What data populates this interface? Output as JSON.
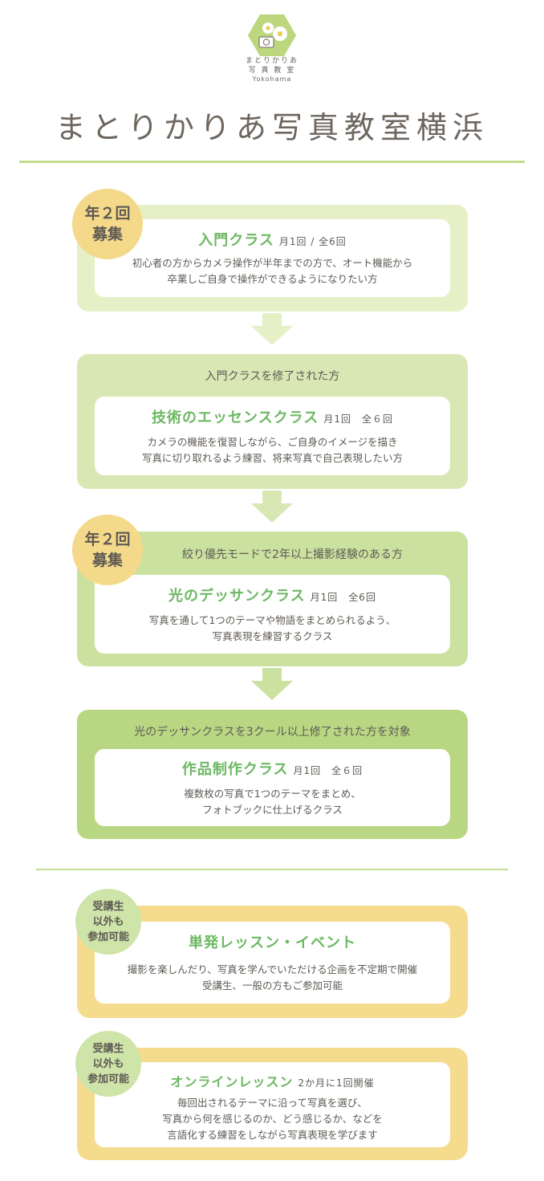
{
  "header": {
    "logo_line1": "まとりかりあ",
    "logo_line2": "写 真 教 室",
    "logo_line3": "Yokohama",
    "title": "まとりかりあ写真教室横浜"
  },
  "colors": {
    "step1": "#e6f0c7",
    "step2": "#d8e7b4",
    "step3": "#cbe1a0",
    "step4": "#b9d783",
    "green_text": "#6db863",
    "yellow": "#f5d98a",
    "light_green_badge": "#cfe4a9",
    "divider": "#c4dc8d"
  },
  "steps": [
    {
      "badge": [
        "年２回",
        "募集"
      ],
      "prereq": "",
      "name": "入門クラス",
      "schedule": "月1回 / 全6回",
      "desc": [
        "初心者の方からカメラ操作が半年までの方で、オート機能から",
        "卒業しご自身で操作ができるようになりたい方"
      ]
    },
    {
      "badge": [],
      "prereq": "入門クラスを修了された方",
      "name": "技術のエッセンスクラス",
      "schedule": "月1回　全６回",
      "desc": [
        "カメラの機能を復習しながら、ご自身のイメージを描き",
        "写真に切り取れるよう練習、将来写真で自己表現したい方"
      ]
    },
    {
      "badge": [
        "年２回",
        "募集"
      ],
      "prereq": "絞り優先モードで2年以上撮影経験のある方",
      "name": "光のデッサンクラス",
      "schedule": "月1回　全6回",
      "desc": [
        "写真を通して1つのテーマや物語をまとめられるよう、",
        "写真表現を練習するクラス"
      ]
    },
    {
      "badge": [],
      "prereq": "光のデッサンクラスを3クール以上修了された方を対象",
      "name": "作品制作クラス",
      "schedule": "月1回　全６回",
      "desc": [
        "複数枚の写真で1つのテーマをまとめ、",
        "フォトブックに仕上げるクラス"
      ]
    }
  ],
  "lessons": [
    {
      "badge": [
        "受講生",
        "以外も",
        "参加可能"
      ],
      "name": "単発レッスン・イベント",
      "schedule": "",
      "desc": [
        "撮影を楽しんだり、写真を学んでいただける企画を不定期で開催",
        "受講生、一般の方もご参加可能"
      ]
    },
    {
      "badge": [
        "受講生",
        "以外も",
        "参加可能"
      ],
      "name": "オンラインレッスン",
      "schedule": "2か月に1回開催",
      "desc": [
        "毎回出されるテーマに沿って写真を選び、",
        "写真から何を感じるのか、どう感じるか、などを",
        "言語化する練習をしながら写真表現を学びます"
      ]
    }
  ]
}
